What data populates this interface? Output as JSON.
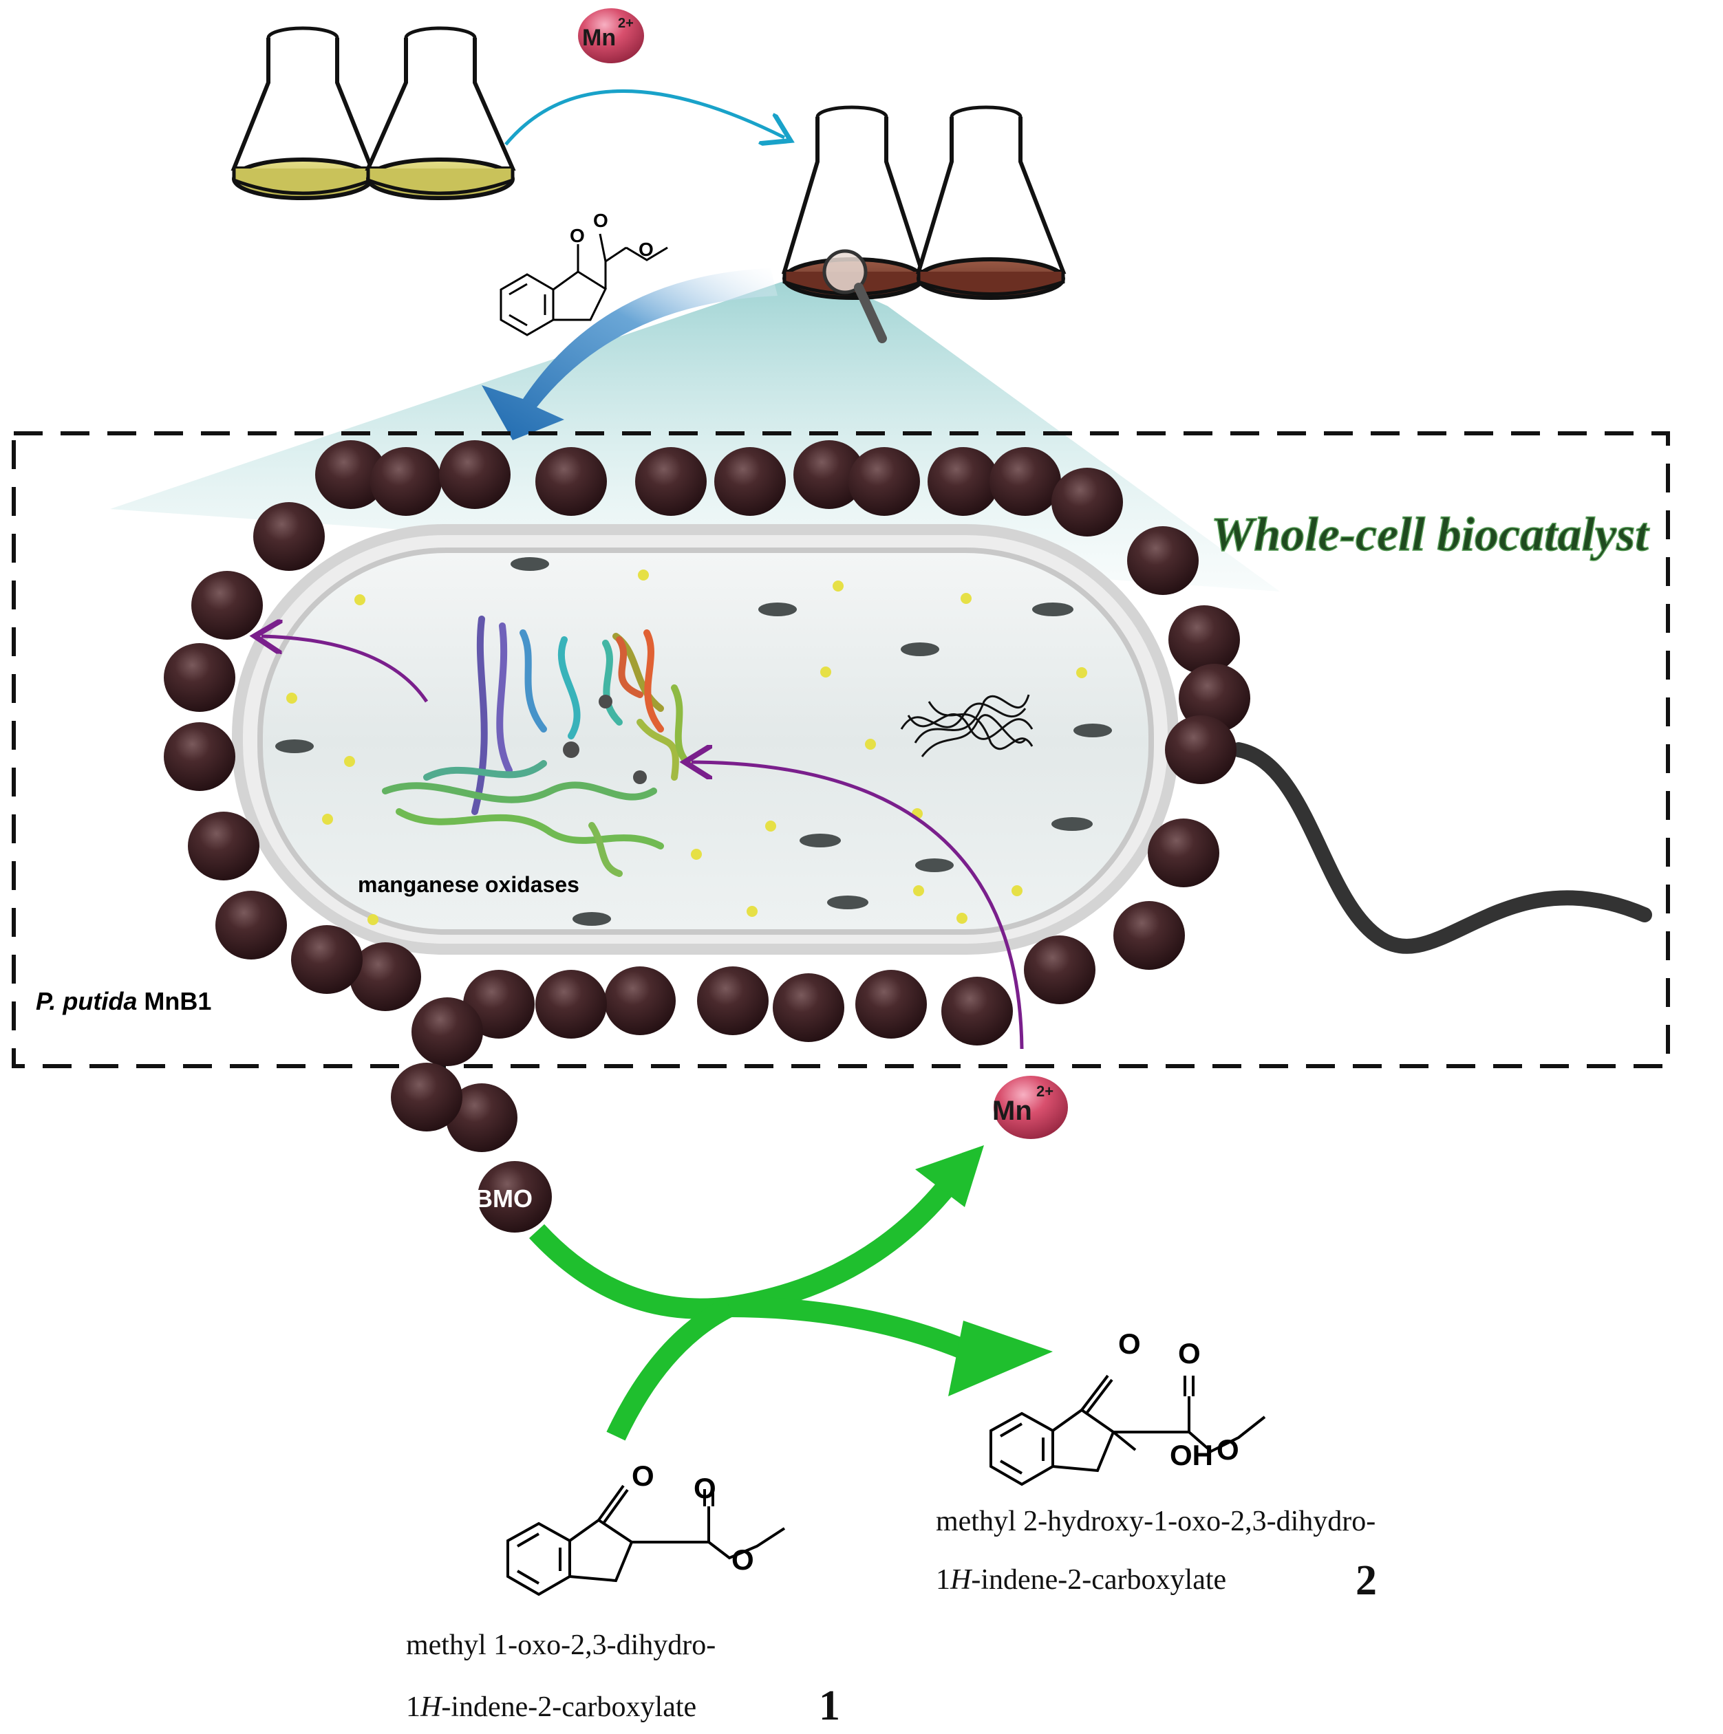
{
  "title": "Whole-cell biocatalyst",
  "organism": {
    "genus": "P. putida",
    "strain": "MnB1"
  },
  "enzyme_label": "manganese oxidases",
  "ion": {
    "symbol": "Mn",
    "charge": "2+"
  },
  "bmo_label": "BMO",
  "compound1": {
    "name_line1": "methyl 1-oxo-2,3-dihydro-",
    "name_line2_prefix": "1",
    "name_line2_italic": "H",
    "name_line2_suffix": "-indene-2-carboxylate",
    "number": "1"
  },
  "compound2": {
    "name_line1": "methyl 2-hydroxy-1-oxo-2,3-dihydro-",
    "name_line2_prefix": "1",
    "name_line2_italic": "H",
    "name_line2_suffix": "-indene-2-carboxylate",
    "number": "2"
  },
  "atoms": {
    "oxygen": "O",
    "hydroxyl": "OH"
  },
  "colors": {
    "bmo_particle": "#3a1f22",
    "mn_ion": "#d9506e",
    "reaction_arrow": "#1fbf2e",
    "uptake_arrow": "#7a1f8c",
    "flask_yellow": "#d7d06a",
    "flask_brown": "#7a3a2c",
    "title_green": "#1f4a1f"
  }
}
